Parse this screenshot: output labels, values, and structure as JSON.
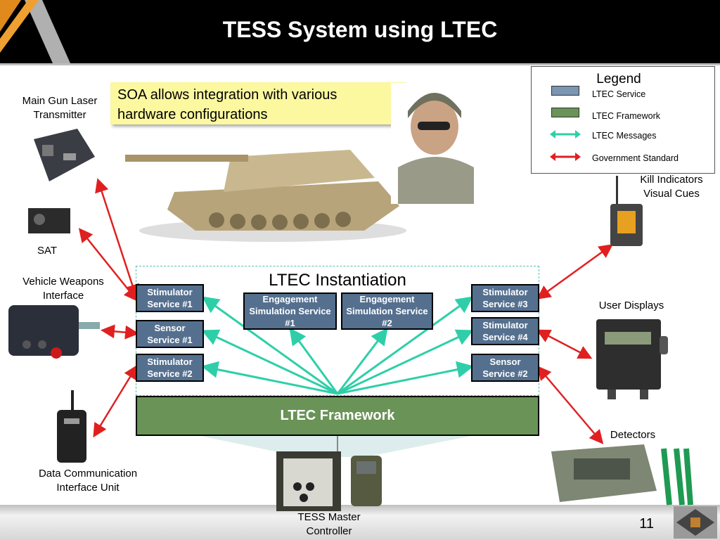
{
  "header": {
    "title": "TESS System using LTEC"
  },
  "callout": {
    "text": "SOA allows integration with various hardware configurations"
  },
  "legend": {
    "title": "Legend",
    "items": [
      {
        "label": "LTEC Service",
        "color": "#7a96b0"
      },
      {
        "label": "LTEC Framework",
        "color": "#6a9357"
      },
      {
        "label": "LTEC Messages",
        "color": "#2ecfa8"
      },
      {
        "label": "Government Standard",
        "color": "#e02020"
      }
    ]
  },
  "instantiation": {
    "title": "LTEC Instantiation"
  },
  "services": {
    "stim1": "Stimulator Service #1",
    "sensor1": "Sensor Service #1",
    "stim2": "Stimulator Service #2",
    "eng1": "Engagement Simulation Service #1",
    "eng2": "Engagement Simulation Service #2",
    "stim3": "Stimulator Service #3",
    "stim4": "Stimulator Service #4",
    "sensor2": "Sensor Service #2"
  },
  "framework": {
    "label": "LTEC Framework"
  },
  "devices": {
    "main_gun": "Main Gun Laser Transmitter",
    "sat": "SAT",
    "vehicle_weapons": "Vehicle Weapons Interface",
    "dciu": "Data Communication Interface Unit",
    "kill": "Kill Indicators Visual Cues",
    "user_displays": "User Displays",
    "detectors": "Detectors",
    "master": "TESS Master Controller"
  },
  "footer": {
    "page_number": "11"
  }
}
